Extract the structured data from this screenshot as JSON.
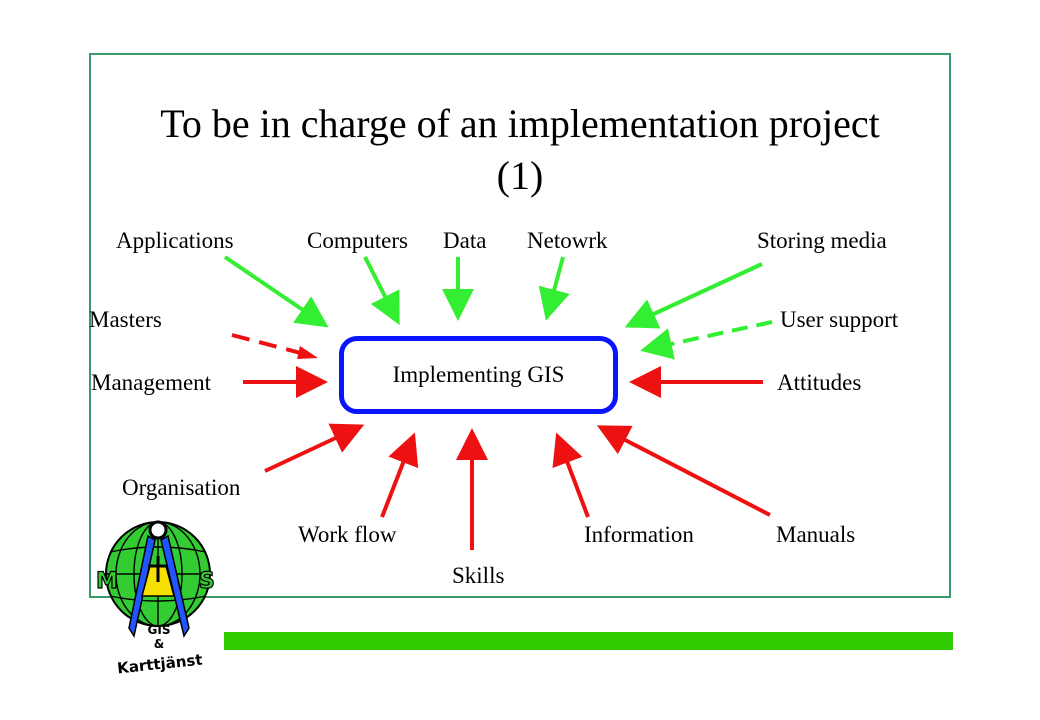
{
  "title_line1": "To be in charge of an implementation project",
  "title_line2": "(1)",
  "center": "Implementing GIS",
  "labels": {
    "applications": "Applications",
    "computers": "Computers",
    "data": "Data",
    "network": "Netowrk",
    "storing_media": "Storing media",
    "masters": "Masters",
    "user_support": "User support",
    "management": "Management",
    "attitudes": "Attitudes",
    "organisation": "Organisation",
    "work_flow": "Work flow",
    "skills": "Skills",
    "information": "Information",
    "manuals": "Manuals"
  },
  "logo": {
    "left_letter": "M",
    "right_letter": "S",
    "line1": "GIS",
    "line2": "&",
    "line3": "Karttjänst"
  },
  "colors": {
    "green_arrow": "#33ee33",
    "red_arrow": "#ee1111",
    "box_border": "#0a14ff",
    "frame": "#3a9a6a",
    "bar": "#33cc00"
  }
}
